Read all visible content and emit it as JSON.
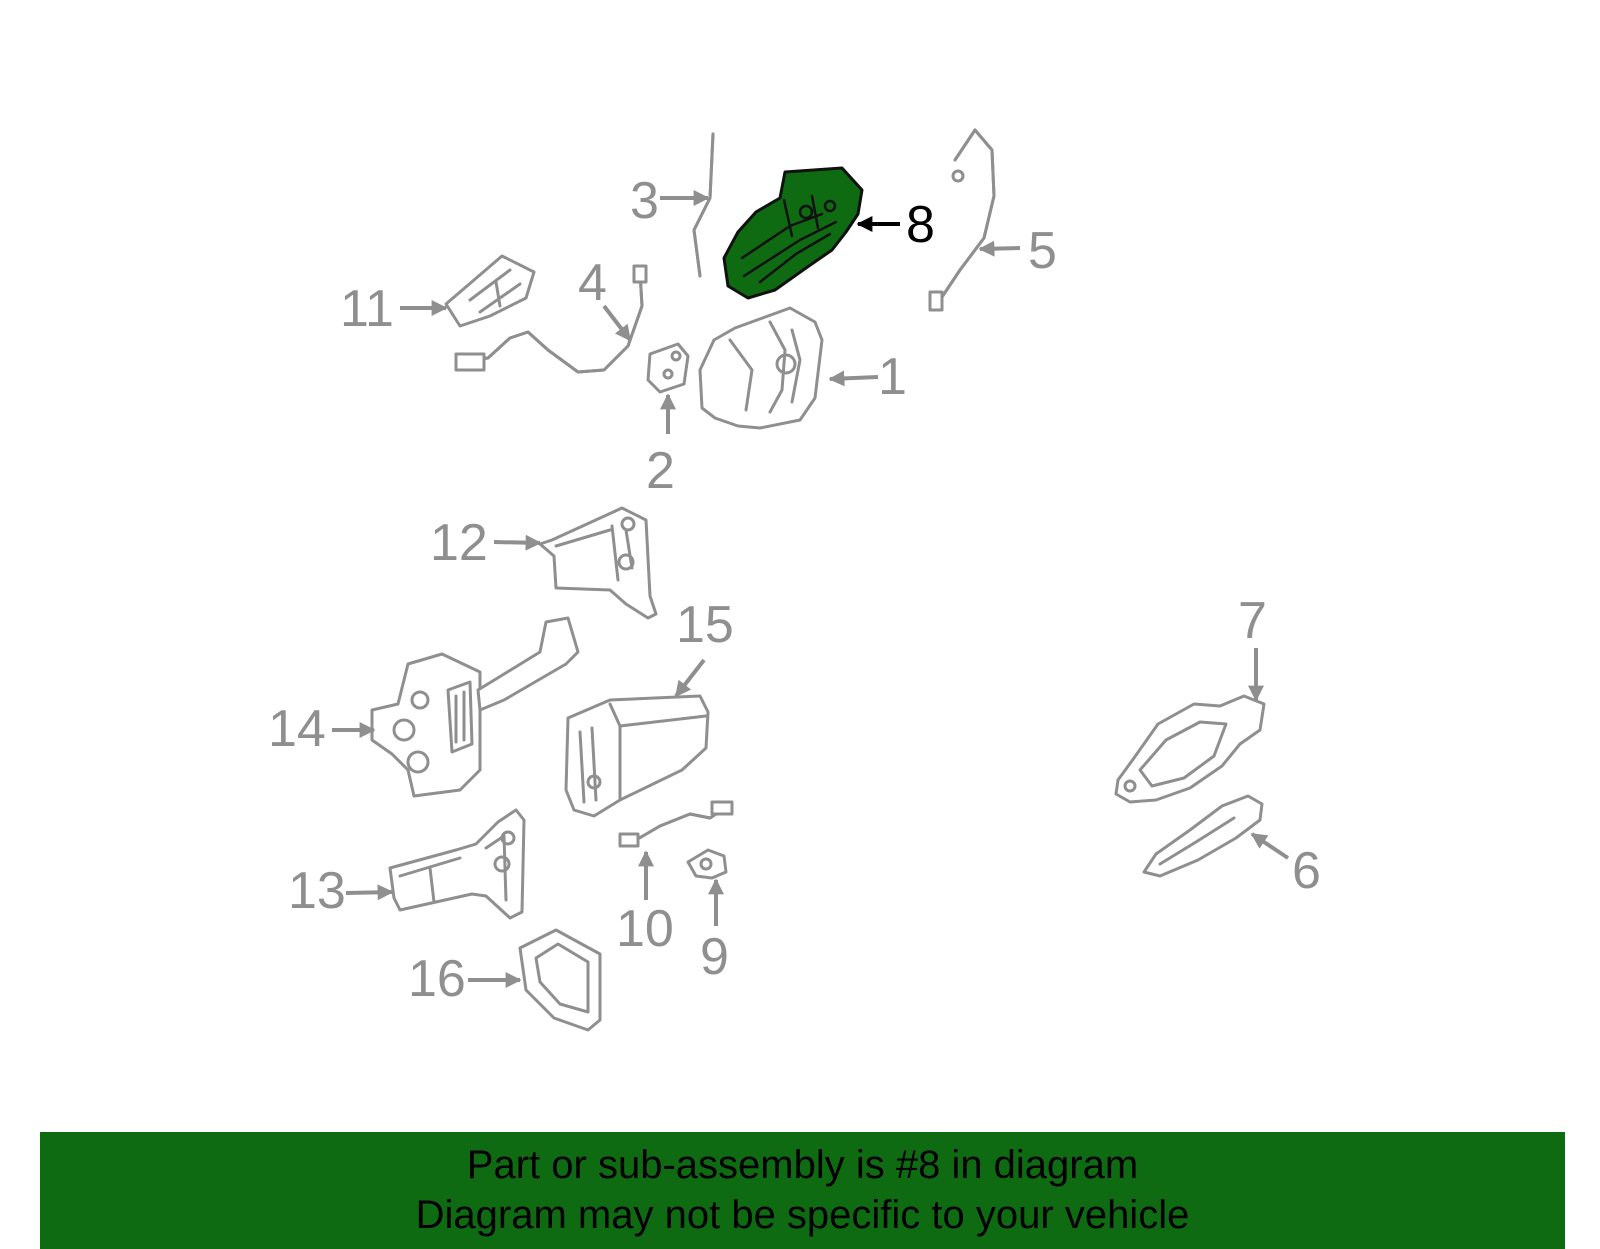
{
  "callouts": [
    "1",
    "2",
    "3",
    "4",
    "5",
    "6",
    "7",
    "8",
    "9",
    "10",
    "11",
    "12",
    "13",
    "14",
    "15",
    "16"
  ],
  "highlighted_part": "8",
  "colors": {
    "highlight": "#0f6b12",
    "line": "#8f8f8f",
    "label_text": "#000000"
  },
  "banner": {
    "line1": "Part or sub-assembly is #8 in diagram",
    "line2": "Diagram may not be specific to your vehicle"
  }
}
